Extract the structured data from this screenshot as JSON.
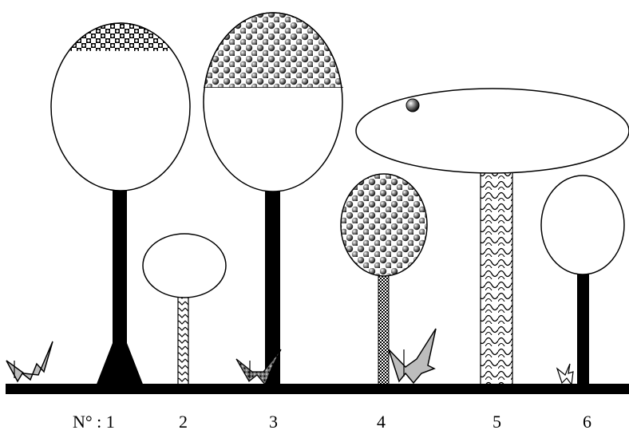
{
  "label_prefix": "N° : 1",
  "trees": [
    {
      "number": "1"
    },
    {
      "number": "2"
    },
    {
      "number": "3"
    },
    {
      "number": "4"
    },
    {
      "number": "5"
    },
    {
      "number": "6"
    }
  ],
  "colors": {
    "ink": "#000000",
    "paper": "#ffffff",
    "grass_fill": "#bdbdbd"
  }
}
